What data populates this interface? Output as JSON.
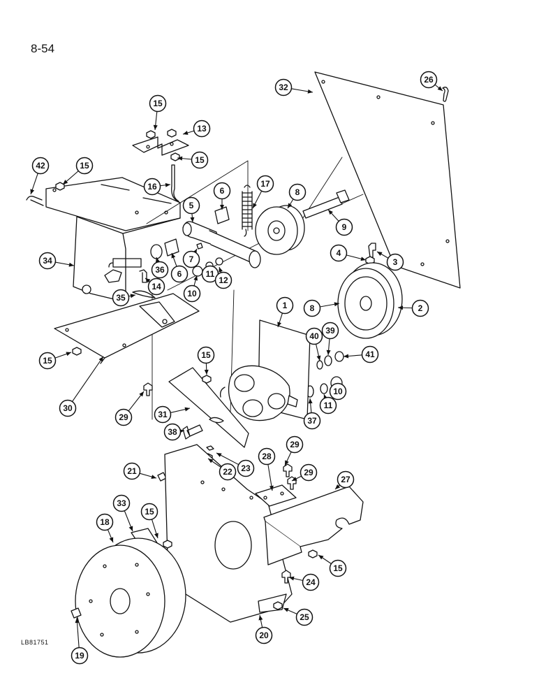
{
  "page": {
    "number": "8-54",
    "figure_code": "LB81751"
  },
  "callouts": [
    "1",
    "2",
    "3",
    "4",
    "5",
    "6",
    "6",
    "7",
    "8",
    "8",
    "9",
    "10",
    "10",
    "11",
    "11",
    "12",
    "13",
    "14",
    "15",
    "15",
    "15",
    "15",
    "15",
    "15",
    "15",
    "16",
    "17",
    "18",
    "19",
    "20",
    "21",
    "22",
    "23",
    "24",
    "25",
    "26",
    "27",
    "28",
    "29",
    "29",
    "29",
    "30",
    "31",
    "32",
    "33",
    "34",
    "35",
    "36",
    "37",
    "38",
    "39",
    "40",
    "41",
    "42"
  ]
}
